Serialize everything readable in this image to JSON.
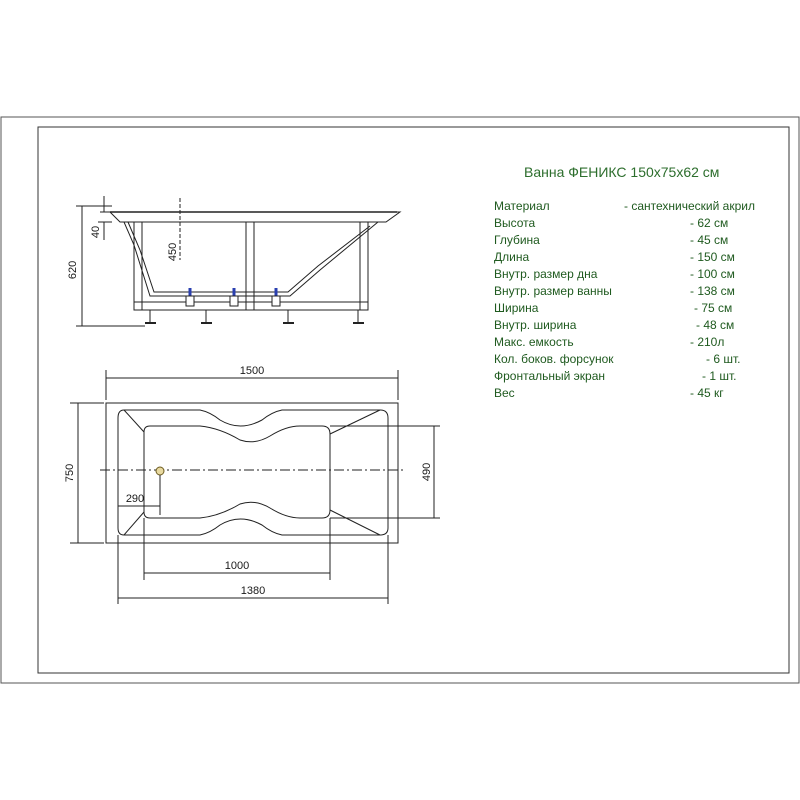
{
  "drawing": {
    "side_dimensions": {
      "total_height": "620",
      "rim": "40",
      "depth": "450"
    },
    "top_dimensions": {
      "length": "1500",
      "width": "750",
      "inner_width": "490",
      "drain_offset": "290",
      "bottom_length": "1000",
      "inner_length": "1380"
    }
  },
  "spec": {
    "title": "Ванна ФЕНИКС 150х75х62 см",
    "rows": [
      {
        "label": "Материал",
        "value": "- сантехнический акрил"
      },
      {
        "label": "Высота",
        "value": "- 62 см"
      },
      {
        "label": "Глубина",
        "value": "- 45 см"
      },
      {
        "label": "Длина",
        "value": "- 150 см"
      },
      {
        "label": "Внутр. размер дна",
        "value": "- 100 см"
      },
      {
        "label": "Внутр. размер ванны",
        "value": "- 138 см"
      },
      {
        "label": "Ширина",
        "value": "- 75 см"
      },
      {
        "label": "Внутр. ширина",
        "value": "- 48 см"
      },
      {
        "label": "Макс. емкость",
        "value": "- 210л"
      },
      {
        "label": "Кол. боков. форсунок",
        "value": "- 6 шт."
      },
      {
        "label": "Фронтальный экран",
        "value": "- 1 шт."
      },
      {
        "label": "Вес",
        "value": "- 45 кг"
      }
    ]
  },
  "colors": {
    "line": "#222222",
    "frame": "#333333",
    "text": "#1f5a1f",
    "nozzle": "#2a3fb0"
  }
}
